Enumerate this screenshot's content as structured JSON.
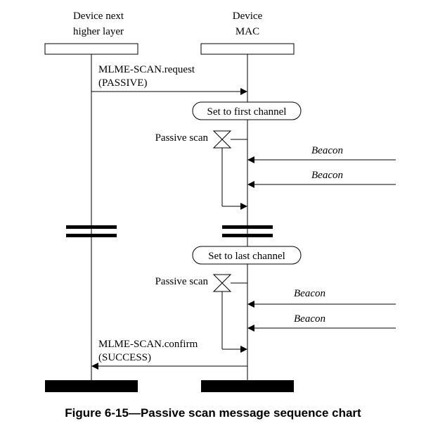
{
  "lifelines": {
    "left": {
      "title_line1": "Device next",
      "title_line2": "higher layer"
    },
    "right": {
      "title_line1": "Device",
      "title_line2": "MAC"
    }
  },
  "messages": {
    "request_line1": "MLME-SCAN.request",
    "request_line2": "(PASSIVE)",
    "confirm_line1": "MLME-SCAN.confirm",
    "confirm_line2": "(SUCCESS)"
  },
  "states": {
    "first_channel": "Set to first channel",
    "last_channel": "Set to last channel"
  },
  "timers": {
    "first": "Passive scan",
    "last": "Passive scan"
  },
  "beacons": [
    "Beacon",
    "Beacon",
    "Beacon",
    "Beacon"
  ],
  "caption": "Figure 6-15—Passive scan message sequence chart"
}
